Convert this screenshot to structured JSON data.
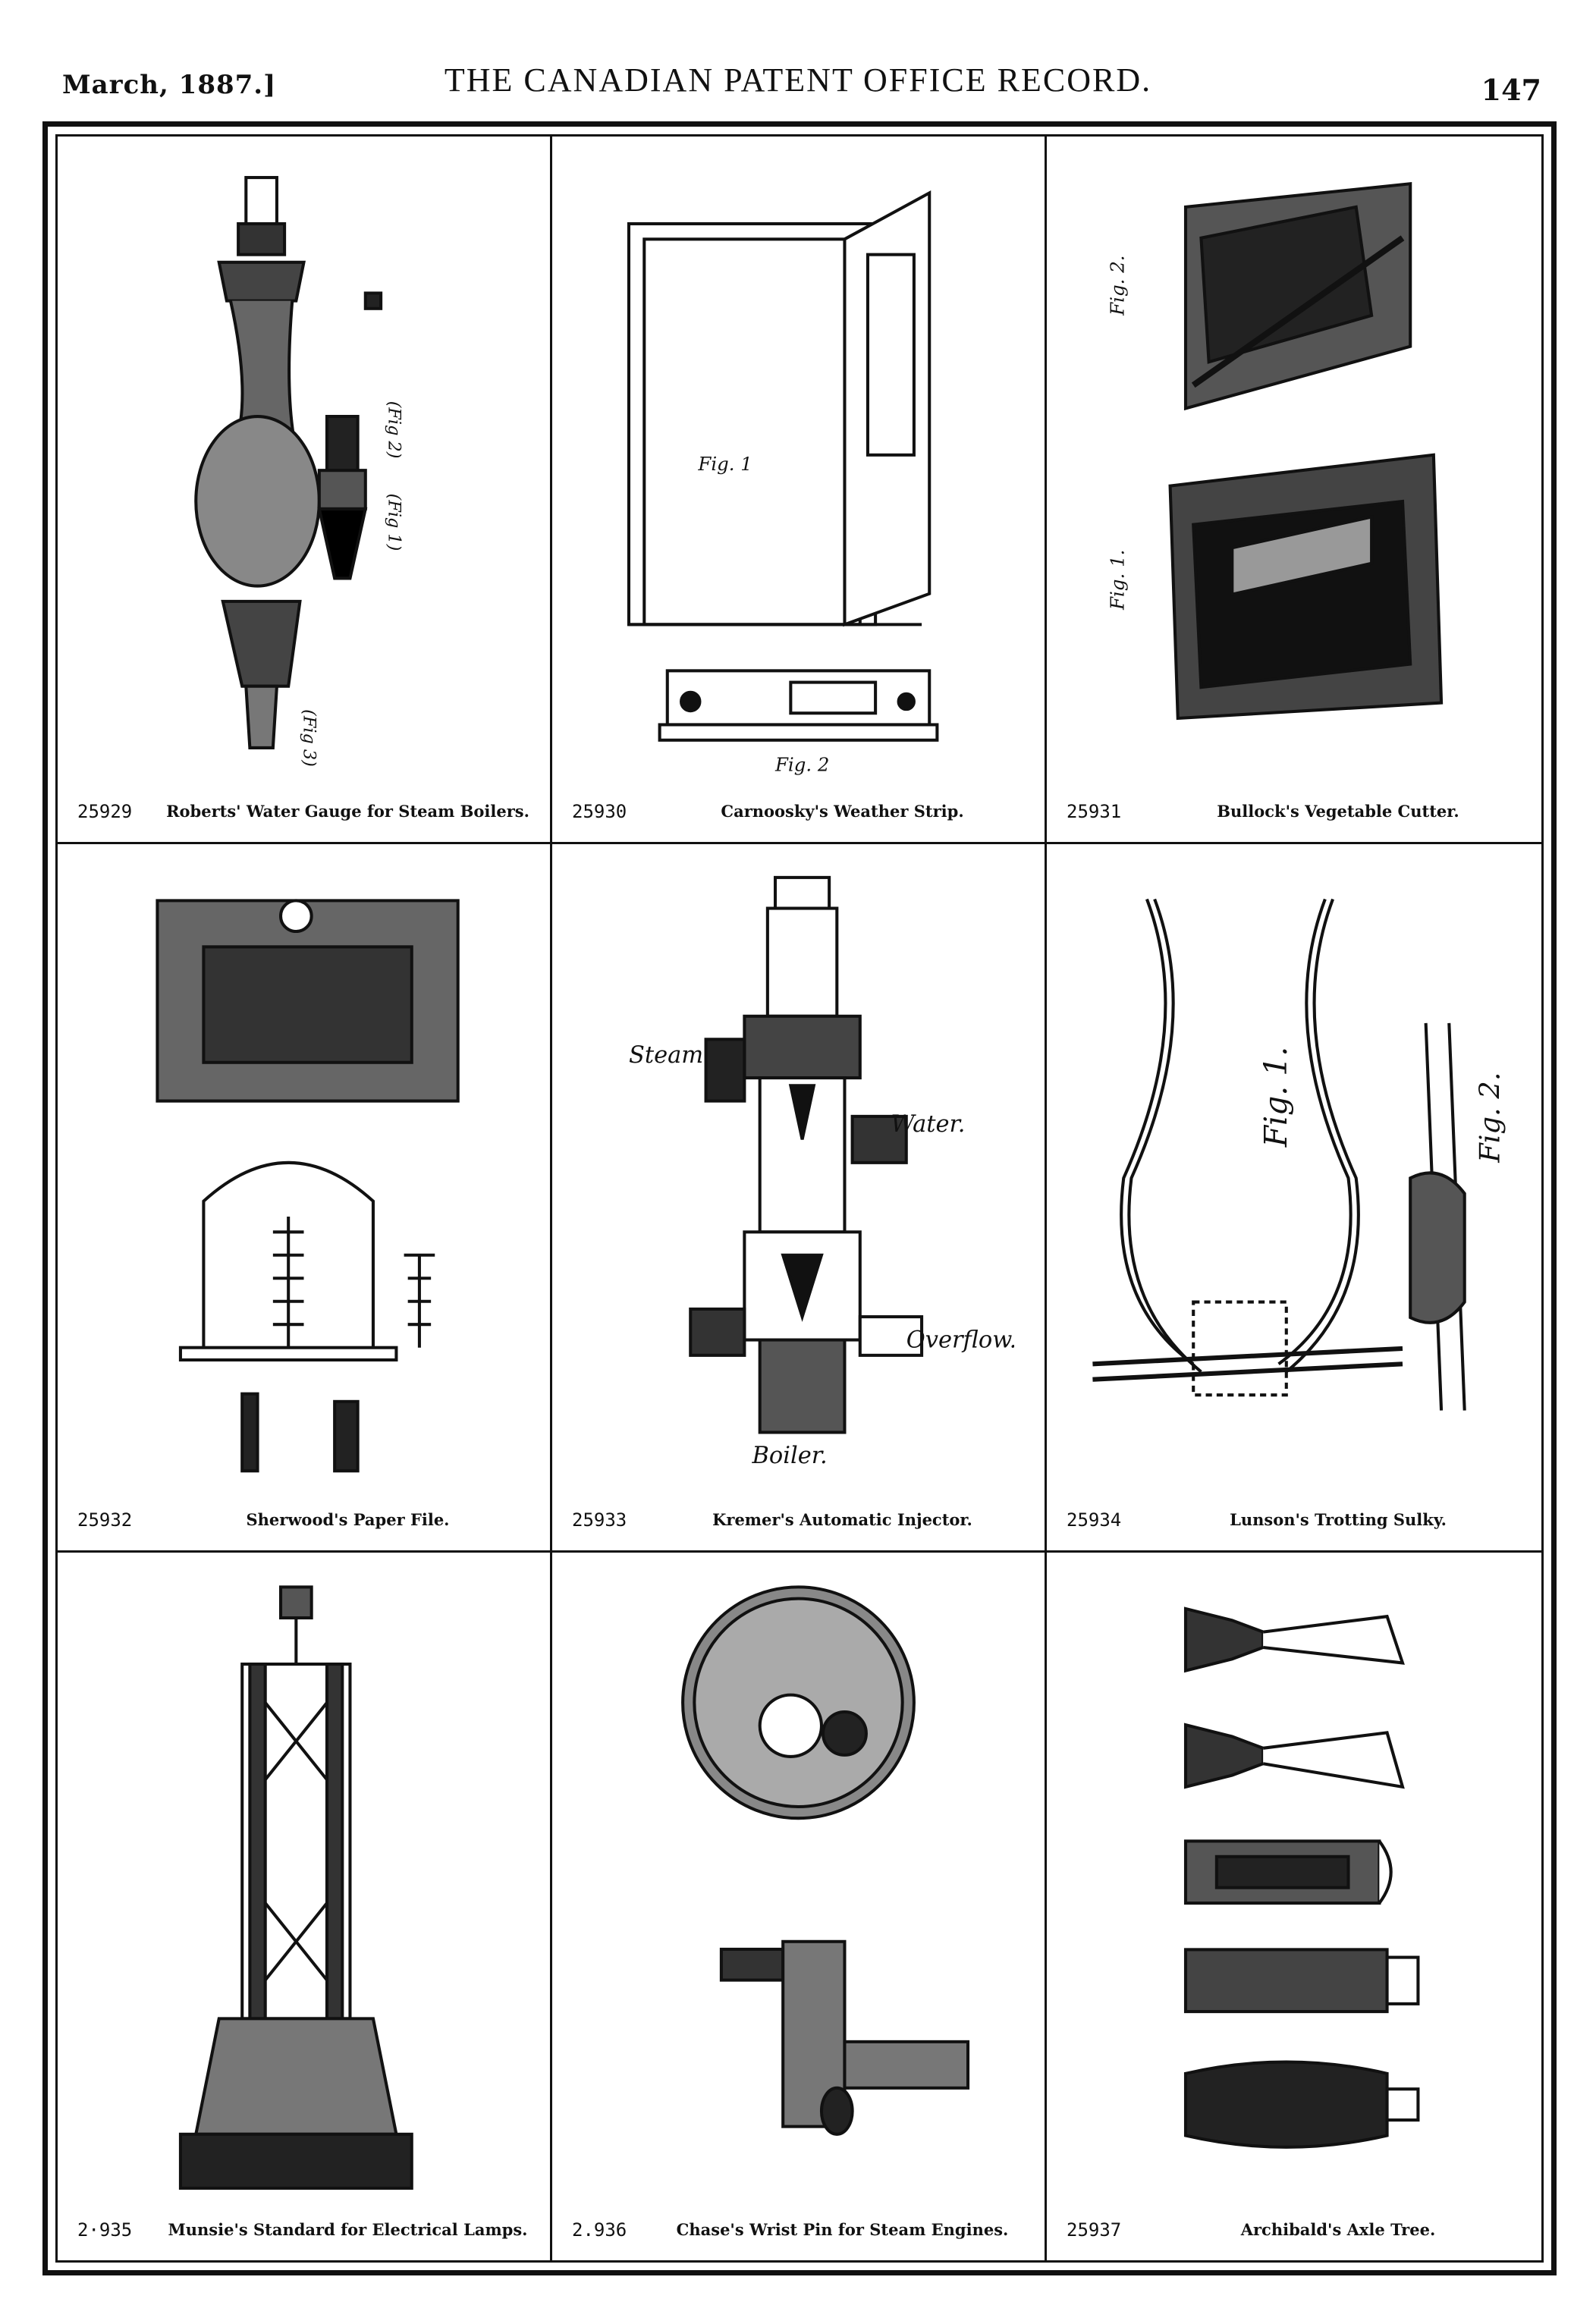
{
  "header": {
    "date": "March, 1887.]",
    "title": "THE CANADIAN PATENT OFFICE RECORD.",
    "page_number": "147"
  },
  "patents": [
    {
      "number": "25929",
      "caption": "Roberts' Water Gauge for Steam Boilers.",
      "icon": "water-gauge-drawing"
    },
    {
      "number": "25930",
      "caption": "Carnoosky's Weather Strip.",
      "icon": "weather-strip-door-drawing",
      "labels": {
        "fig1": "Fig. 1",
        "fig2": "Fig. 2"
      }
    },
    {
      "number": "25931",
      "caption": "Bullock's Vegetable Cutter.",
      "icon": "vegetable-cutter-drawing",
      "labels": {
        "fig2": "Fig. 2.",
        "fig1": "Fig. 1."
      }
    },
    {
      "number": "25932",
      "caption": "Sherwood's Paper File.",
      "icon": "paper-file-drawing"
    },
    {
      "number": "25933",
      "caption": "Kremer's Automatic Injector.",
      "icon": "automatic-injector-drawing",
      "labels": {
        "steam": "Steam",
        "water": "Water.",
        "overflow": "Overflow.",
        "boiler": "Boiler."
      }
    },
    {
      "number": "25934",
      "caption": "Lunson's Trotting Sulky.",
      "icon": "trotting-sulky-drawing",
      "labels": {
        "fig1": "Fig. 1.",
        "fig2": "Fig. 2."
      }
    },
    {
      "number": "2·935",
      "caption": "Munsie's Standard for Electrical Lamps.",
      "icon": "electric-lamp-standard-drawing"
    },
    {
      "number": "2.936",
      "caption": "Chase's Wrist Pin for Steam Engines.",
      "icon": "wrist-pin-drawing"
    },
    {
      "number": "25937",
      "caption": "Archibald's Axle Tree.",
      "icon": "axle-tree-drawing"
    }
  ]
}
